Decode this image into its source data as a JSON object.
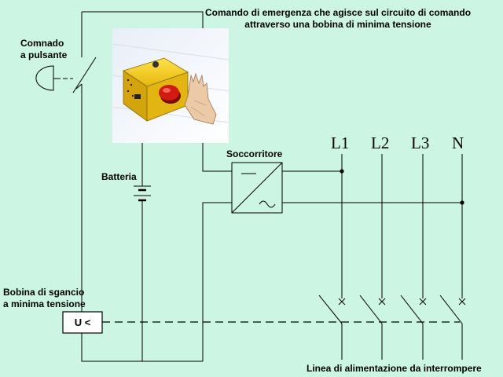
{
  "title": {
    "line1": "Comando di emergenza che agisce sul circuito di comando",
    "line2": "attraverso una bobina di minima tensione"
  },
  "labels": {
    "push_button": {
      "line1": "Comnado",
      "line2": "a pulsante"
    },
    "battery": "Batteria",
    "rescuer": "Soccorritore",
    "trip_coil": {
      "line1": "Bobina di sgancio",
      "line2": "a minima tensione"
    },
    "coil_symbol": "U <",
    "supply_line": "Linea di alimentazione da interrompere"
  },
  "phases": [
    "L1",
    "L2",
    "L3",
    "N"
  ],
  "colors": {
    "background": "#ccf5e3",
    "wire": "#000000",
    "switch_body": "#e6b80f",
    "button_red": "#d11a12",
    "hand": "#eccaa8"
  },
  "icons": {
    "photo": "emergency-stop-button-with-hand",
    "push_button_symbol": "mushroom-push-button-symbol",
    "battery_symbol": "battery-symbol",
    "inverter_symbol": "dc-ac-converter-symbol",
    "switch_symbol": "breaker-contact-symbol"
  }
}
